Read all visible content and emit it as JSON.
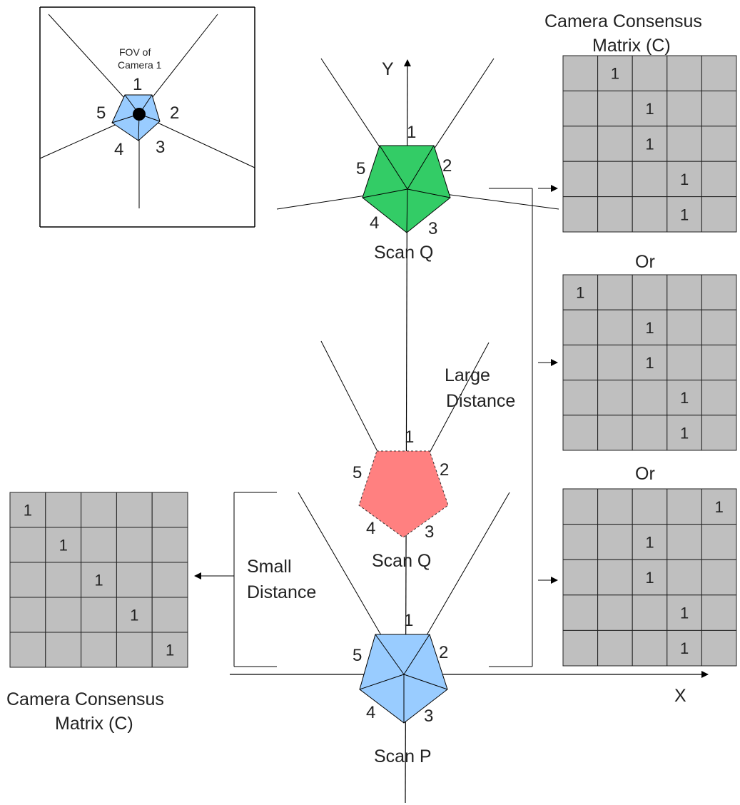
{
  "colors": {
    "grid_fill": "#bfbfbf",
    "grid_line": "#222222",
    "pentagon_blue": "#99ccff",
    "pentagon_green": "#33cc66",
    "pentagon_red": "#ff8080",
    "line": "#000000"
  },
  "axes": {
    "x_label": "X",
    "y_label": "Y"
  },
  "inset": {
    "fov_line1": "FOV of",
    "fov_line2": "Camera 1"
  },
  "vertex_numbers": [
    "1",
    "2",
    "3",
    "4",
    "5"
  ],
  "scans": {
    "q_top": "Scan Q",
    "q_mid": "Scan Q",
    "p": "Scan P"
  },
  "distances": {
    "large_line1": "Large",
    "large_line2": "Distance",
    "small_line1": "Small",
    "small_line2": "Distance"
  },
  "matrix_titles": {
    "right_line1": "Camera Consensus",
    "right_line2": "Matrix (C)",
    "left_line1": "Camera Consensus",
    "left_line2": "Matrix (C)",
    "or_1": "Or",
    "or_2": "Or"
  },
  "matrices": {
    "right_1": [
      [
        "",
        "1",
        "",
        "",
        ""
      ],
      [
        "",
        "",
        "1",
        "",
        ""
      ],
      [
        "",
        "",
        "1",
        "",
        ""
      ],
      [
        "",
        "",
        "",
        "1",
        ""
      ],
      [
        "",
        "",
        "",
        "1",
        ""
      ]
    ],
    "right_2": [
      [
        "1",
        "",
        "",
        "",
        ""
      ],
      [
        "",
        "",
        "1",
        "",
        ""
      ],
      [
        "",
        "",
        "1",
        "",
        ""
      ],
      [
        "",
        "",
        "",
        "1",
        ""
      ],
      [
        "",
        "",
        "",
        "1",
        ""
      ]
    ],
    "right_3": [
      [
        "",
        "",
        "",
        "",
        "1"
      ],
      [
        "",
        "",
        "1",
        "",
        ""
      ],
      [
        "",
        "",
        "1",
        "",
        ""
      ],
      [
        "",
        "",
        "",
        "1",
        ""
      ],
      [
        "",
        "",
        "",
        "1",
        ""
      ]
    ],
    "left": [
      [
        "1",
        "",
        "",
        "",
        ""
      ],
      [
        "",
        "1",
        "",
        "",
        ""
      ],
      [
        "",
        "",
        "1",
        "",
        ""
      ],
      [
        "",
        "",
        "",
        "1",
        ""
      ],
      [
        "",
        "",
        "",
        "",
        "1"
      ]
    ]
  }
}
